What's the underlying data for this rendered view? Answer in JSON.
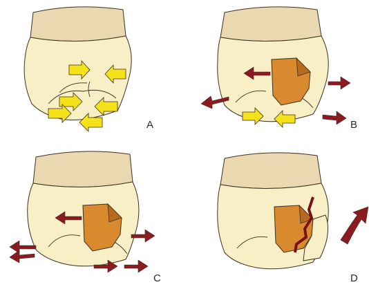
{
  "panels": [
    {
      "label": "A"
    },
    {
      "label": "B"
    },
    {
      "label": "C"
    },
    {
      "label": "D"
    }
  ],
  "colors": {
    "crown": "#f8efc6",
    "crown_shade": "#eee1a9",
    "root": "#ead8b0",
    "outline": "#3a3020",
    "compressive_arrow": "#f5e21b",
    "tensile_arrow": "#8b1a21",
    "restoration": "#d98a2e",
    "restoration_dark": "#b56a1d",
    "fracture_line": "#7a1018"
  }
}
